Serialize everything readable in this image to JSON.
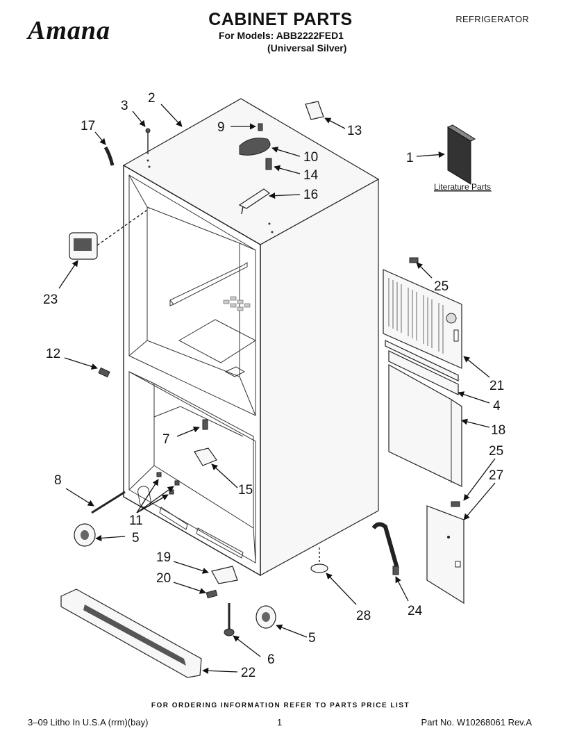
{
  "header": {
    "brand": "Amana",
    "title": "CABINET PARTS",
    "models_line": "For Models: ABB2222FED1",
    "variant_line": "(Universal Silver)",
    "category": "REFRIGERATOR"
  },
  "diagram": {
    "literature_label": "Literature Parts",
    "callouts": [
      "3",
      "2",
      "17",
      "9",
      "13",
      "10",
      "14",
      "16",
      "1",
      "23",
      "25",
      "21",
      "4",
      "18",
      "12",
      "7",
      "8",
      "15",
      "11",
      "5",
      "25",
      "27",
      "19",
      "20",
      "28",
      "24",
      "5",
      "6",
      "22"
    ]
  },
  "footer": {
    "ordering_note": "FOR ORDERING INFORMATION REFER TO PARTS PRICE LIST",
    "litho": "3–09 Litho In U.S.A (rrm)(bay)",
    "page": "1",
    "part_no": "Part No. W10268061 Rev.A"
  }
}
